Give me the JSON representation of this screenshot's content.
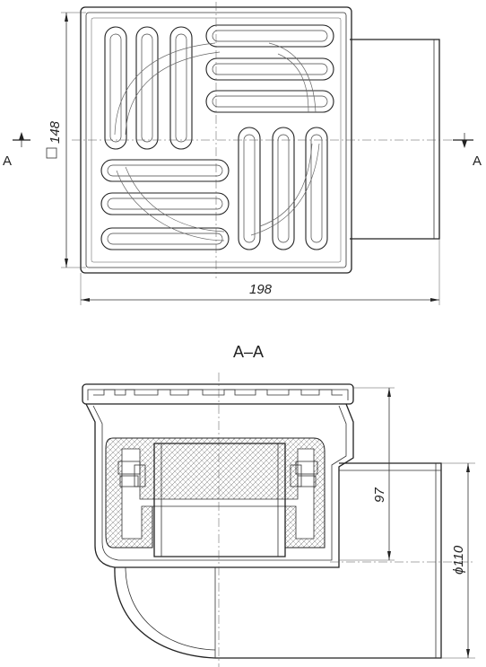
{
  "labels": {
    "section_a_left": "A",
    "section_a_right": "A",
    "section_title": "A–A",
    "dim_square": "148",
    "dim_width": "198",
    "dim_height": "97",
    "dim_pipe": "ϕ110"
  },
  "colors": {
    "line": "#222222",
    "hatch": "#555555",
    "background": "#ffffff"
  }
}
